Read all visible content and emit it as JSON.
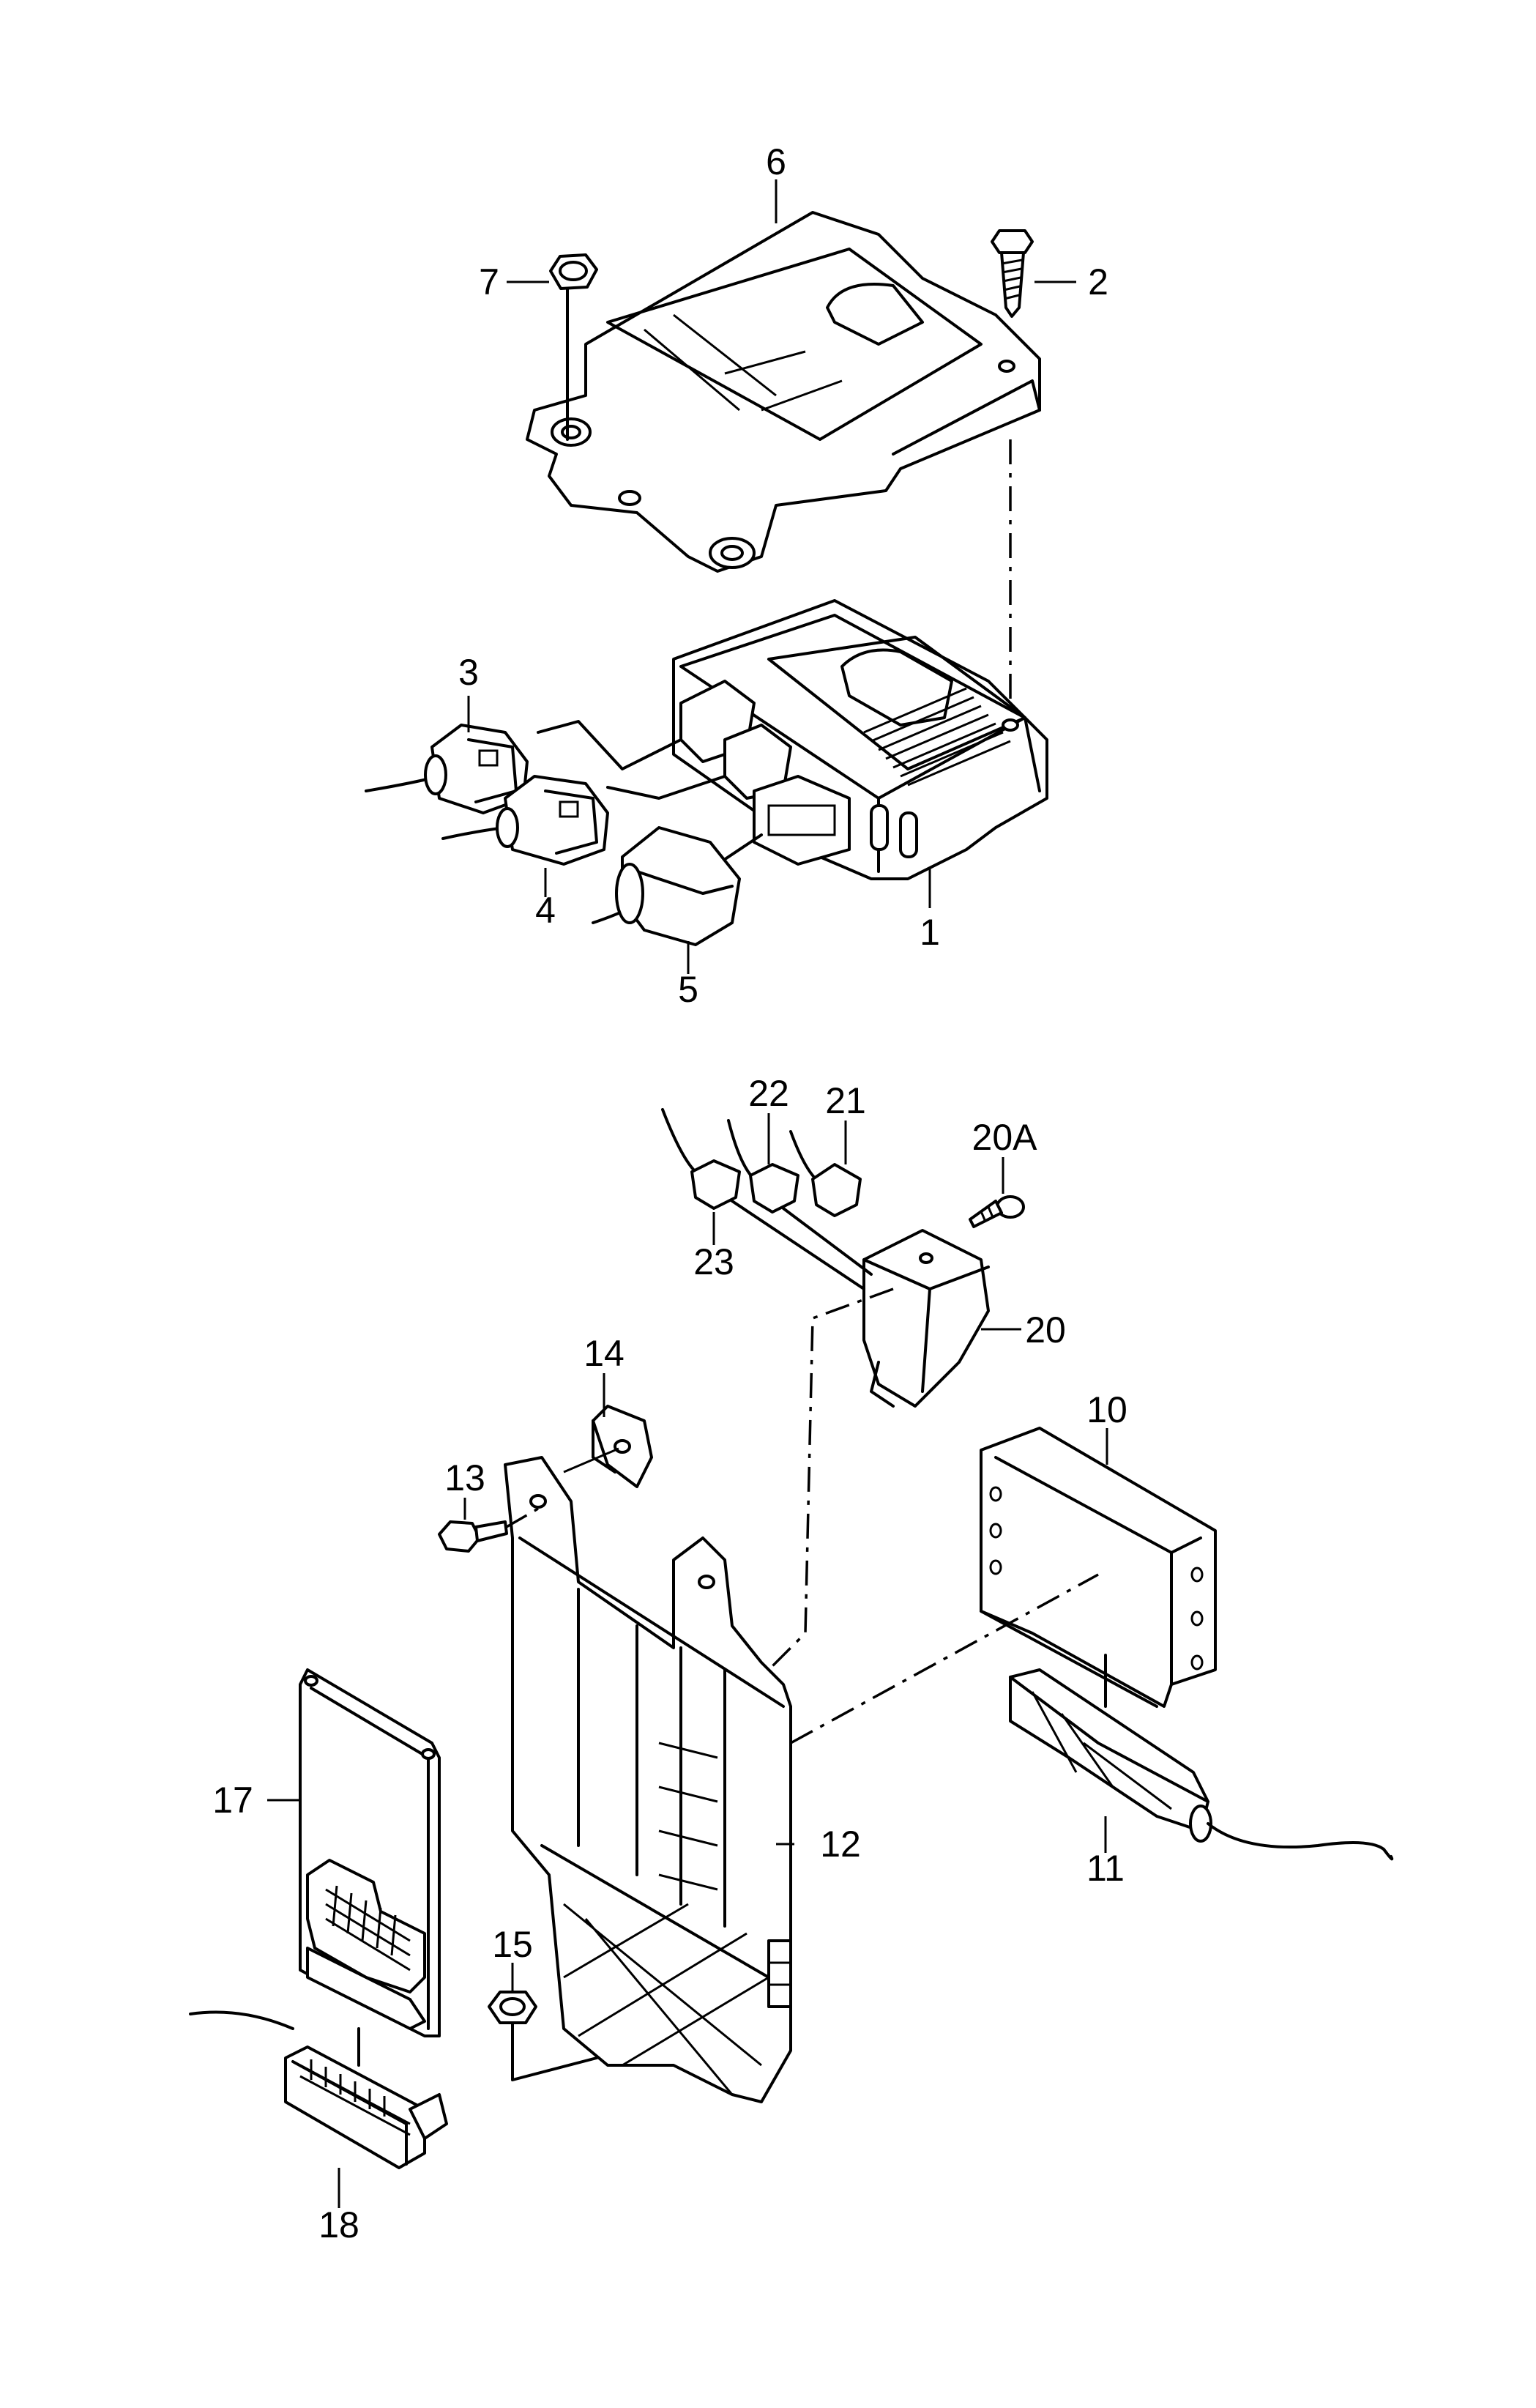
{
  "callouts": {
    "c1": "1",
    "c2": "2",
    "c3": "3",
    "c4": "4",
    "c5": "5",
    "c6": "6",
    "c7": "7",
    "c10": "10",
    "c11": "11",
    "c12": "12",
    "c13": "13",
    "c14": "14",
    "c15": "15",
    "c17": "17",
    "c18": "18",
    "c20": "20",
    "c20A": "20A",
    "c21": "21",
    "c22": "22",
    "c23": "23"
  },
  "icons": {
    "control_unit": "airbag-control-unit-icon",
    "bracket": "mounting-bracket-icon",
    "connector": "electrical-connector-icon",
    "bolt": "bolt-icon",
    "nut": "nut-icon"
  }
}
